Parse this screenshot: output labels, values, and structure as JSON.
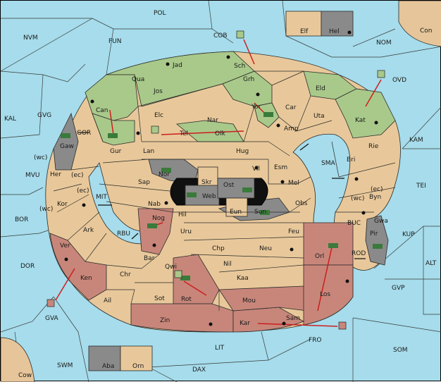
{
  "colors": {
    "sea": "#a6dceb",
    "land": "#e8c89a",
    "green": "#a9c98a",
    "red": "#c8867a",
    "grey": "#8a8a8a",
    "black": "#101010",
    "tan": "#e6c59a"
  },
  "sea_labels": {
    "pol": "POL",
    "cob": "COB",
    "nvm": "NVM",
    "fun": "FUN",
    "nom": "NOM",
    "con": "Con",
    "ovd": "OVD",
    "kal": "KAL",
    "gvg": "GVG",
    "kam": "KAM",
    "gor": "GOR",
    "mvu": "MVU",
    "tei": "TEI",
    "sma": "SMA",
    "mit": "MIT",
    "bor": "BOR",
    "buc": "BUC",
    "kup": "KUP",
    "rbu": "RBU",
    "rod": "ROD",
    "alt": "ALT",
    "dor": "DOR",
    "gvp": "GVP",
    "gva": "GVA",
    "fro": "FRO",
    "som": "SOM",
    "lit": "LIT",
    "swm": "SWM",
    "dax": "DAX",
    "cow": "Cow",
    "wc1": "(wc)",
    "ec1": "(ec)",
    "ec2": "(ec)",
    "wc2": "(wc)",
    "wc3": "(wc)",
    "ec3": "(ec)"
  },
  "provinces": {
    "elf": "Elf",
    "hel": "Hel",
    "jad": "Jad",
    "sch": "Sch",
    "qua": "Qua",
    "jos": "Jos",
    "grh": "Grh",
    "eld": "Eld",
    "can": "Can",
    "elc": "Elc",
    "nar": "Nar",
    "yor": "Yor",
    "car": "Car",
    "uta": "Uta",
    "kat": "Kat",
    "amp": "Amp",
    "tel": "Tel",
    "olk": "Olk",
    "gaw": "Gaw",
    "gur": "Gur",
    "lan": "Lan",
    "hug": "Hug",
    "rie": "Rie",
    "bri": "Bri",
    "esm": "Esm",
    "vil": "Vil",
    "her": "Her",
    "nor": "Nor",
    "skr": "Skr",
    "ost": "Ost",
    "mel": "Mel",
    "sap": "Sap",
    "web": "Web",
    "byn": "Byn",
    "kor": "Kor",
    "nab": "Nab",
    "eun": "Eun",
    "sun": "Sun",
    "obs": "Obs",
    "gwa": "Gwa",
    "hil": "Hil",
    "nog": "Nog",
    "ark": "Ark",
    "uru": "Uru",
    "feu": "Feu",
    "pir": "Pir",
    "ver": "Ver",
    "bar": "Bar",
    "chp": "Chp",
    "neu": "Neu",
    "orl": "Orl",
    "qwi": "Qwi",
    "nil": "Nil",
    "ken": "Ken",
    "chr": "Chr",
    "kaa": "Kaa",
    "los": "Los",
    "ail": "Ail",
    "sot": "Sot",
    "rot": "Rot",
    "mou": "Mou",
    "zin": "Zin",
    "kar": "Kar",
    "sam": "Sam",
    "aba": "Aba",
    "orn": "Orn"
  }
}
